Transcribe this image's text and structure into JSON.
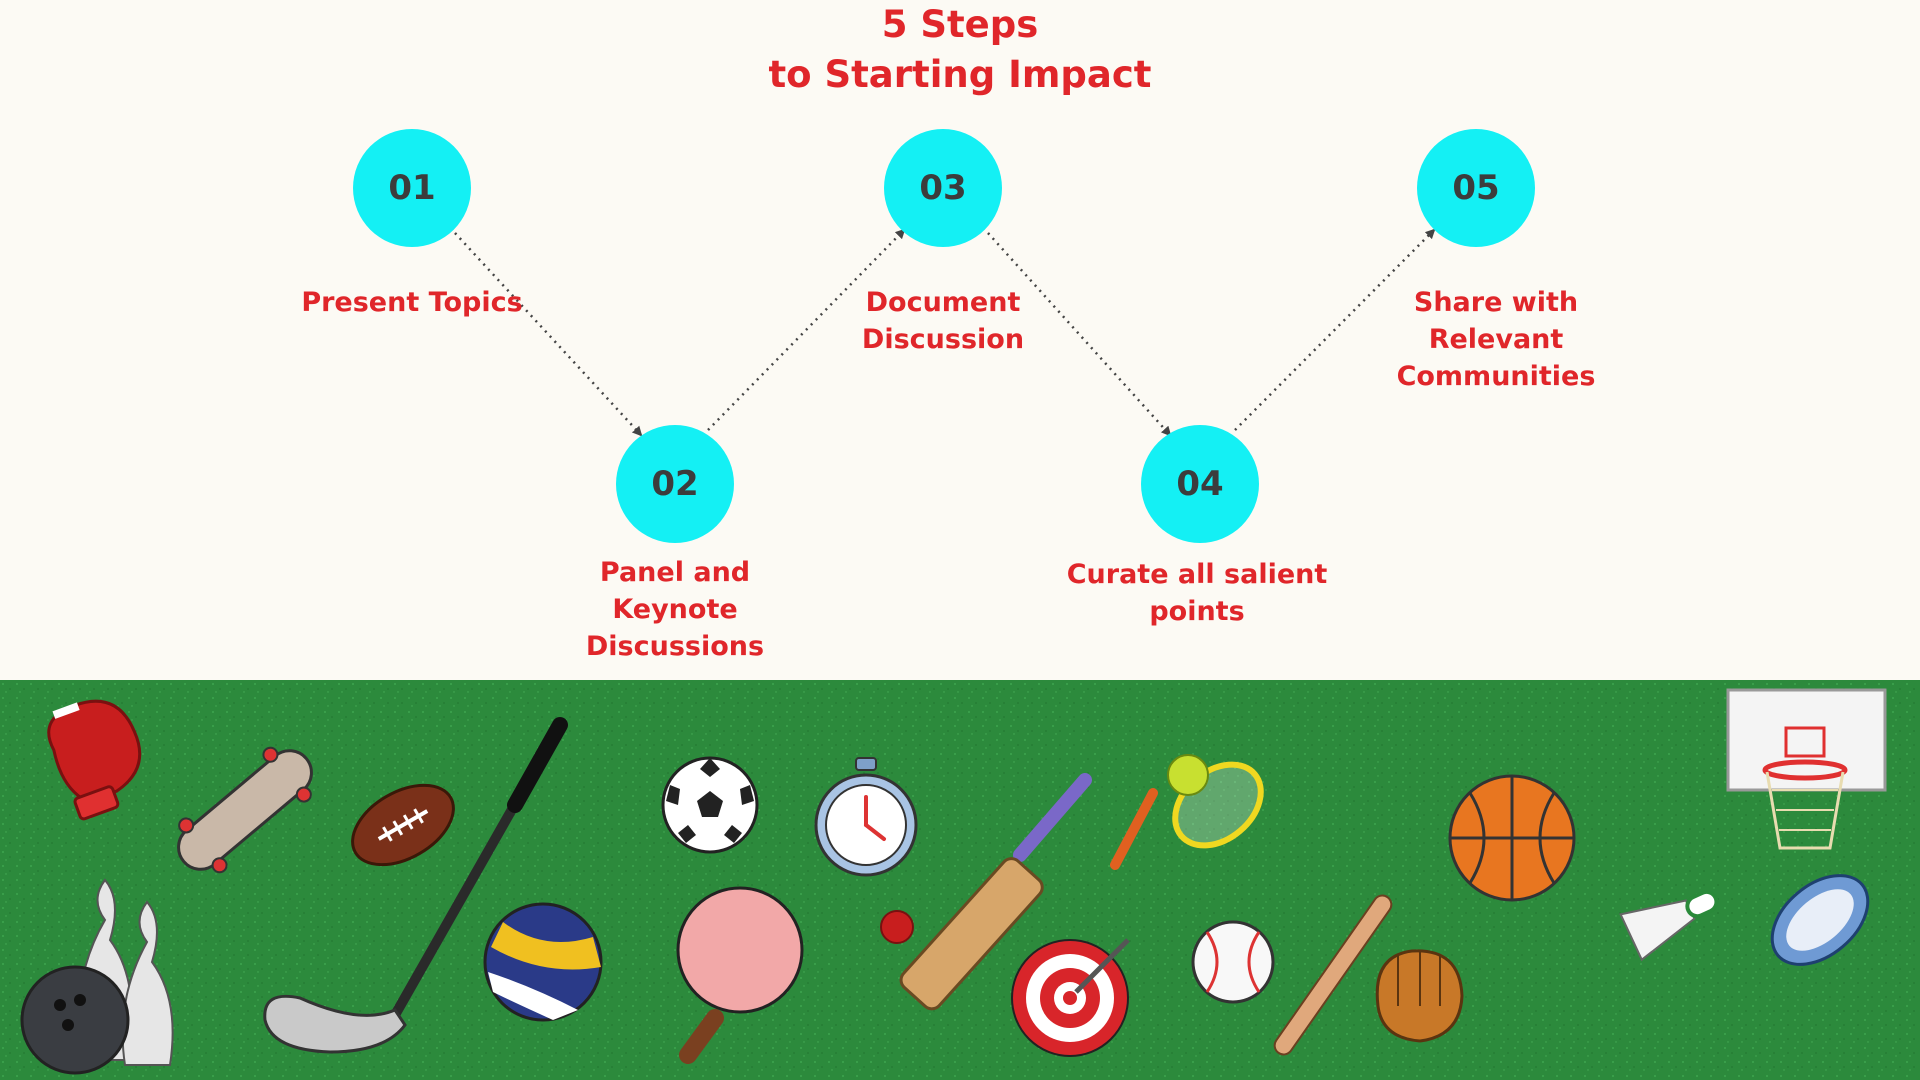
{
  "colors": {
    "background": "#fcfaf4",
    "accent_text": "#e0262a",
    "circle_fill": "#14f0f4",
    "number_text": "#3c3c3c",
    "connector": "#444444",
    "field": "#2c8a3c"
  },
  "title": {
    "line1": "5 Steps",
    "line2": "to Starting Impact"
  },
  "steps": [
    {
      "number": "01",
      "label_lines": [
        "Present Topics"
      ]
    },
    {
      "number": "02",
      "label_lines": [
        "Panel and",
        "Keynote",
        "Discussions"
      ]
    },
    {
      "number": "03",
      "label_lines": [
        "Document",
        "Discussion"
      ]
    },
    {
      "number": "04",
      "label_lines": [
        "Curate all salient",
        "points"
      ]
    },
    {
      "number": "05",
      "label_lines": [
        "Share with",
        "Relevant",
        "Communities"
      ]
    }
  ],
  "sports_illustrations": [
    "boxing-glove-icon",
    "skateboard-icon",
    "american-football-icon",
    "golf-club-icon",
    "soccer-ball-icon",
    "stopwatch-icon",
    "cricket-bat-icon",
    "tennis-racket-icon",
    "basketball-icon",
    "basketball-hoop-icon",
    "bowling-pins-icon",
    "volleyball-icon",
    "table-tennis-paddle-icon",
    "target-icon",
    "baseball-icon",
    "baseball-bat-icon",
    "baseball-glove-icon",
    "shuttlecock-icon",
    "rugby-ball-icon"
  ]
}
